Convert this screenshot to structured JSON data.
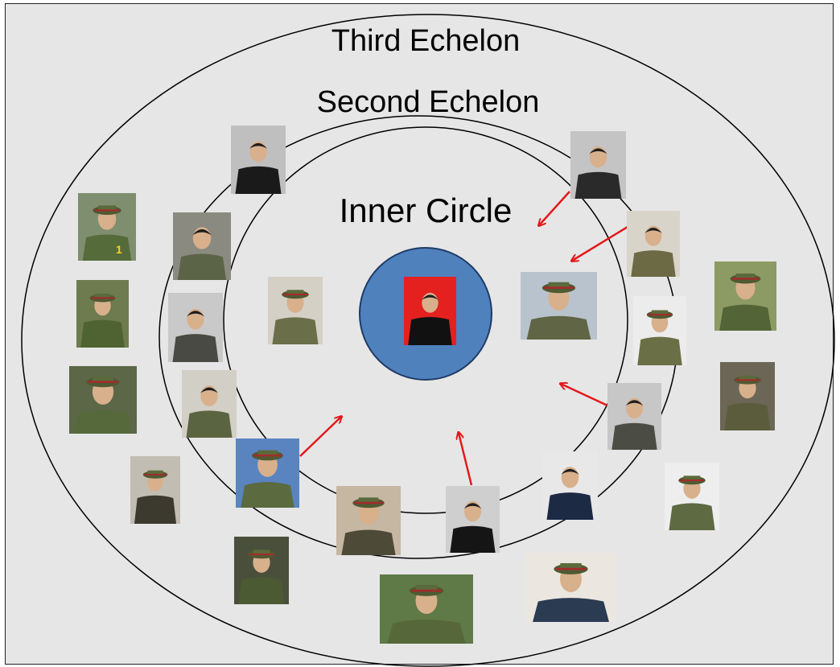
{
  "diagram": {
    "rings": {
      "third": "Third Echelon",
      "second": "Second Echelon",
      "inner": "Inner Circle"
    },
    "colors": {
      "background": "#e6e6e6",
      "center_disc": "#4f81bd",
      "arrow": "#e3191c",
      "ring_stroke": "#000000"
    },
    "photo_overlay_text": "1"
  }
}
